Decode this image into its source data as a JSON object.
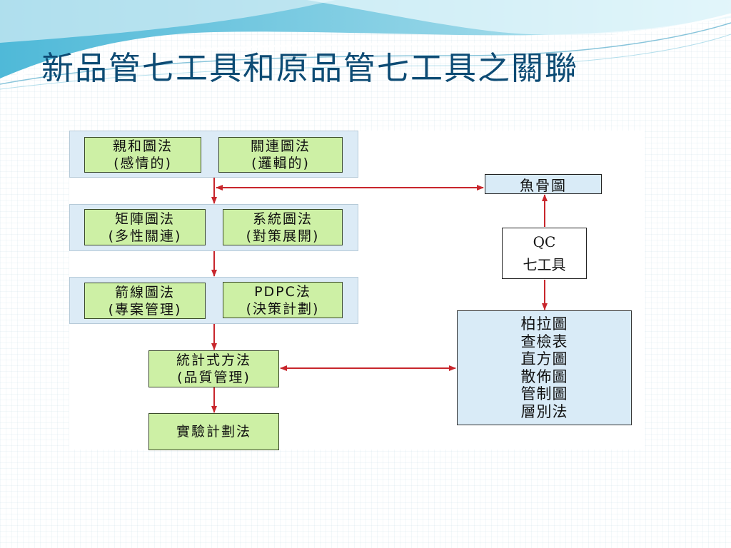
{
  "title": "新品管七工具和原品管七工具之關聯",
  "diagram": {
    "new_tools": {
      "affinity": {
        "line1": "親和圖法",
        "line2": "(感情的)"
      },
      "relations": {
        "line1": "關連圖法",
        "line2": "(邏輯的)"
      },
      "matrix": {
        "line1": "矩陣圖法",
        "line2": "(多性關連)"
      },
      "systematic": {
        "line1": "系統圖法",
        "line2": "(對策展開)"
      },
      "arrow": {
        "line1": "箭線圖法",
        "line2": "(專案管理)"
      },
      "pdpc": {
        "line1": "PDPC法",
        "line2": "(決策計劃)"
      },
      "statistical": {
        "line1": "統計式方法",
        "line2": "(品質管理)"
      },
      "doe": {
        "line1": "實驗計劃法"
      }
    },
    "fishbone": "魚骨圖",
    "qc_tools": {
      "line1": "QC",
      "line2": "七工具"
    },
    "tool_list": [
      "柏拉圖",
      "查檢表",
      "直方圖",
      "散佈圖",
      "管制圖",
      "層別法"
    ],
    "colors": {
      "title": "#0d4b74",
      "green_box": "#cdf0a5",
      "band": "#dcebf6",
      "blue_box": "#d9ebf7",
      "arrow": "#c8262c"
    }
  }
}
